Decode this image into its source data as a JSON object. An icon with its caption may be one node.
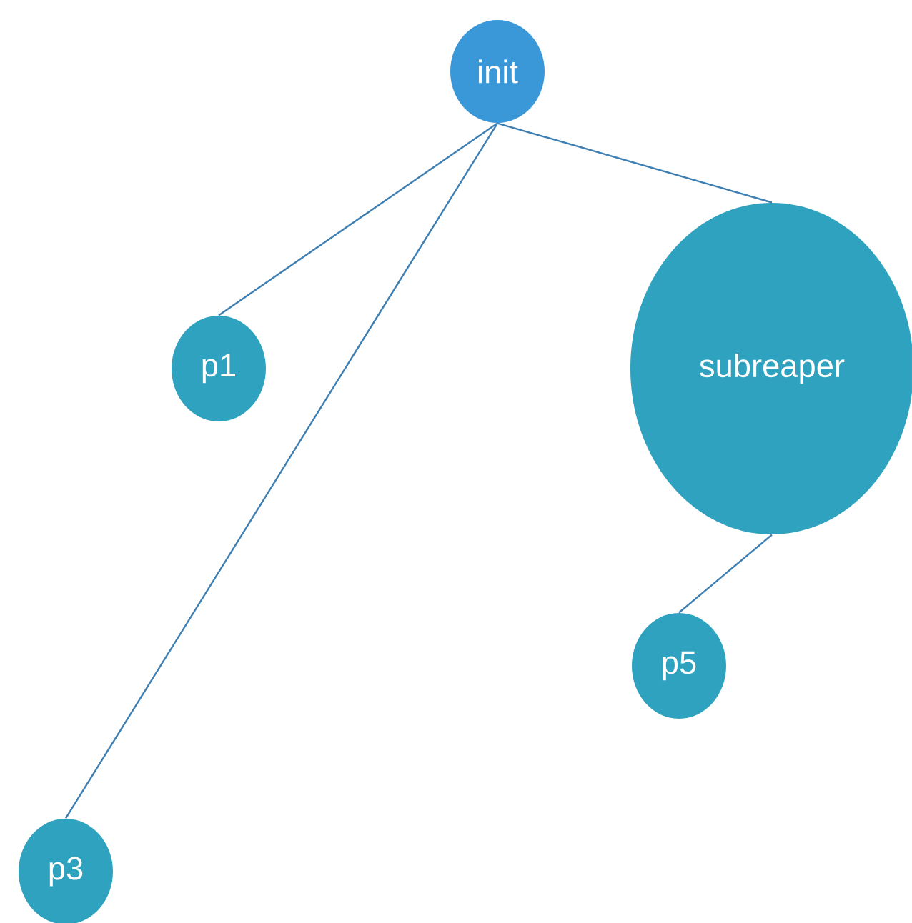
{
  "diagram": {
    "nodes": [
      {
        "text": [
          "init"
        ]
      },
      {
        "text": [
          "p1"
        ]
      },
      {
        "text": [
          "subreaper"
        ]
      },
      {
        "text": [
          "p5"
        ]
      },
      {
        "text": [
          "p3"
        ]
      }
    ],
    "edges": [
      {
        "from": 0,
        "to": 1,
        "arrow": "none"
      },
      {
        "from": 0,
        "to": 4,
        "arrow": "none"
      },
      {
        "from": 0,
        "to": 2,
        "arrow": "none"
      },
      {
        "from": 2,
        "to": 3,
        "arrow": "none"
      }
    ]
  }
}
